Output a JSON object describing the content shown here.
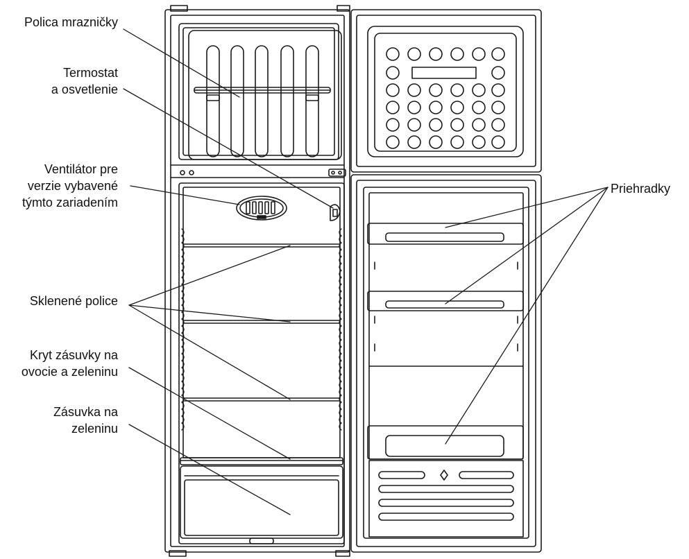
{
  "labels": {
    "freezer_shelf": "Polica mrazničky",
    "thermostat": [
      "Termostat",
      "a osvetlenie"
    ],
    "fan": [
      "Ventilátor pre",
      "verzie vybavené",
      "týmto zariadením"
    ],
    "glass_shelves": "Sklenené police",
    "drawer_cover": [
      "Kryt zásuvky na",
      "ovocie a zeleninu"
    ],
    "drawer": [
      "Zásuvka na",
      "zeleninu"
    ],
    "door_bins": "Priehradky"
  },
  "colors": {
    "line": "#1a1a1a",
    "background": "#ffffff"
  }
}
